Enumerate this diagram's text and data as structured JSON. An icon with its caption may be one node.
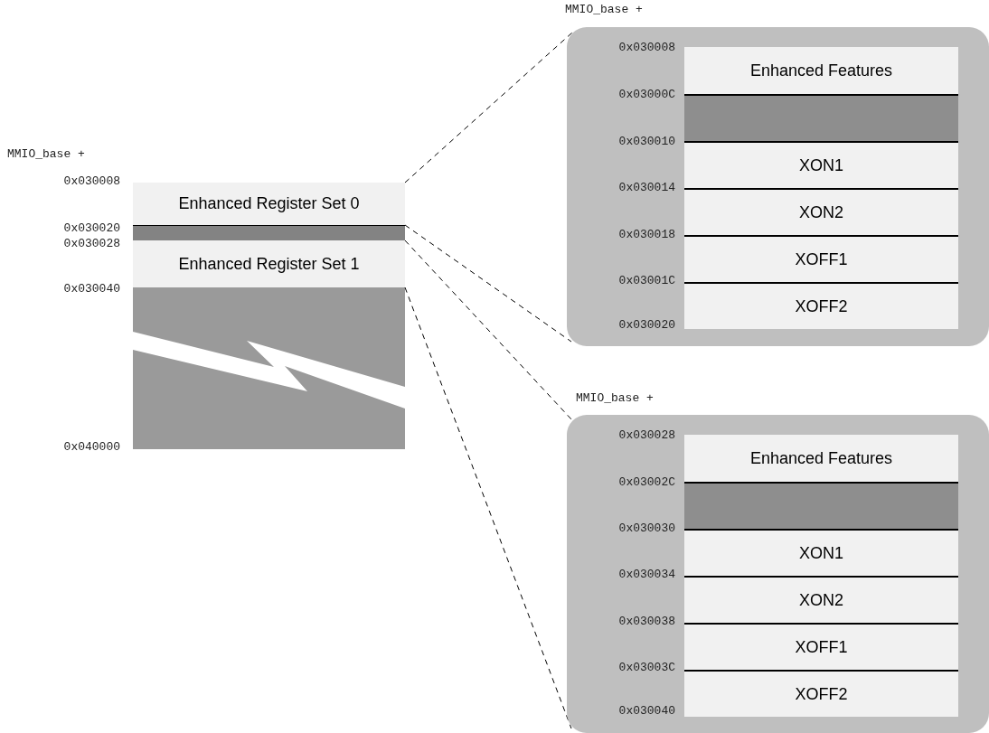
{
  "diagram": {
    "nodes": [
      {
        "text": [
          "Enhanced Register Set 0"
        ]
      },
      {
        "text": [],
        "shape": "bar"
      },
      {
        "text": [
          "Enhanced Register Set 1"
        ]
      },
      {
        "text": [],
        "shape": "bar"
      },
      {
        "text": [],
        "shape": "box"
      },
      {
        "text": [
          "Enhanced Features"
        ],
        "in": 4
      },
      {
        "text": [],
        "shape": "bar",
        "in": 4
      },
      {
        "text": [
          "XON1"
        ],
        "in": 4
      },
      {
        "text": [
          "XON2"
        ],
        "in": 4
      },
      {
        "text": [
          "XOFF1"
        ],
        "in": 4
      },
      {
        "text": [
          "XOFF2"
        ],
        "in": 4
      },
      {
        "text": [],
        "shape": "box"
      },
      {
        "text": [
          "Enhanced Features"
        ],
        "in": 11
      },
      {
        "text": [],
        "shape": "bar",
        "in": 11
      },
      {
        "text": [
          "XON1"
        ],
        "in": 11
      },
      {
        "text": [
          "XON2"
        ],
        "in": 11
      },
      {
        "text": [
          "XOFF1"
        ],
        "in": 11
      },
      {
        "text": [
          "XOFF2"
        ],
        "in": 11
      }
    ],
    "edges": [
      {
        "from": 0,
        "to": 4,
        "arrow": "none",
        "style": "dashed"
      },
      {
        "from": 0,
        "to": 4,
        "arrow": "none",
        "style": "dashed"
      },
      {
        "from": 2,
        "to": 11,
        "arrow": "none",
        "style": "dashed"
      },
      {
        "from": 2,
        "to": 11,
        "arrow": "none",
        "style": "dashed"
      }
    ],
    "labels": [
      "MMIO_base +",
      "0x030008",
      "0x030020",
      "0x030028",
      "0x030040",
      "0x040000",
      "MMIO_base +",
      "0x030008",
      "0x03000C",
      "0x030010",
      "0x030014",
      "0x030018",
      "0x03001C",
      "0x030020",
      "MMIO_base +",
      "0x030028",
      "0x03002C",
      "0x030030",
      "0x030034",
      "0x030038",
      "0x03003C",
      "0x030040"
    ]
  }
}
